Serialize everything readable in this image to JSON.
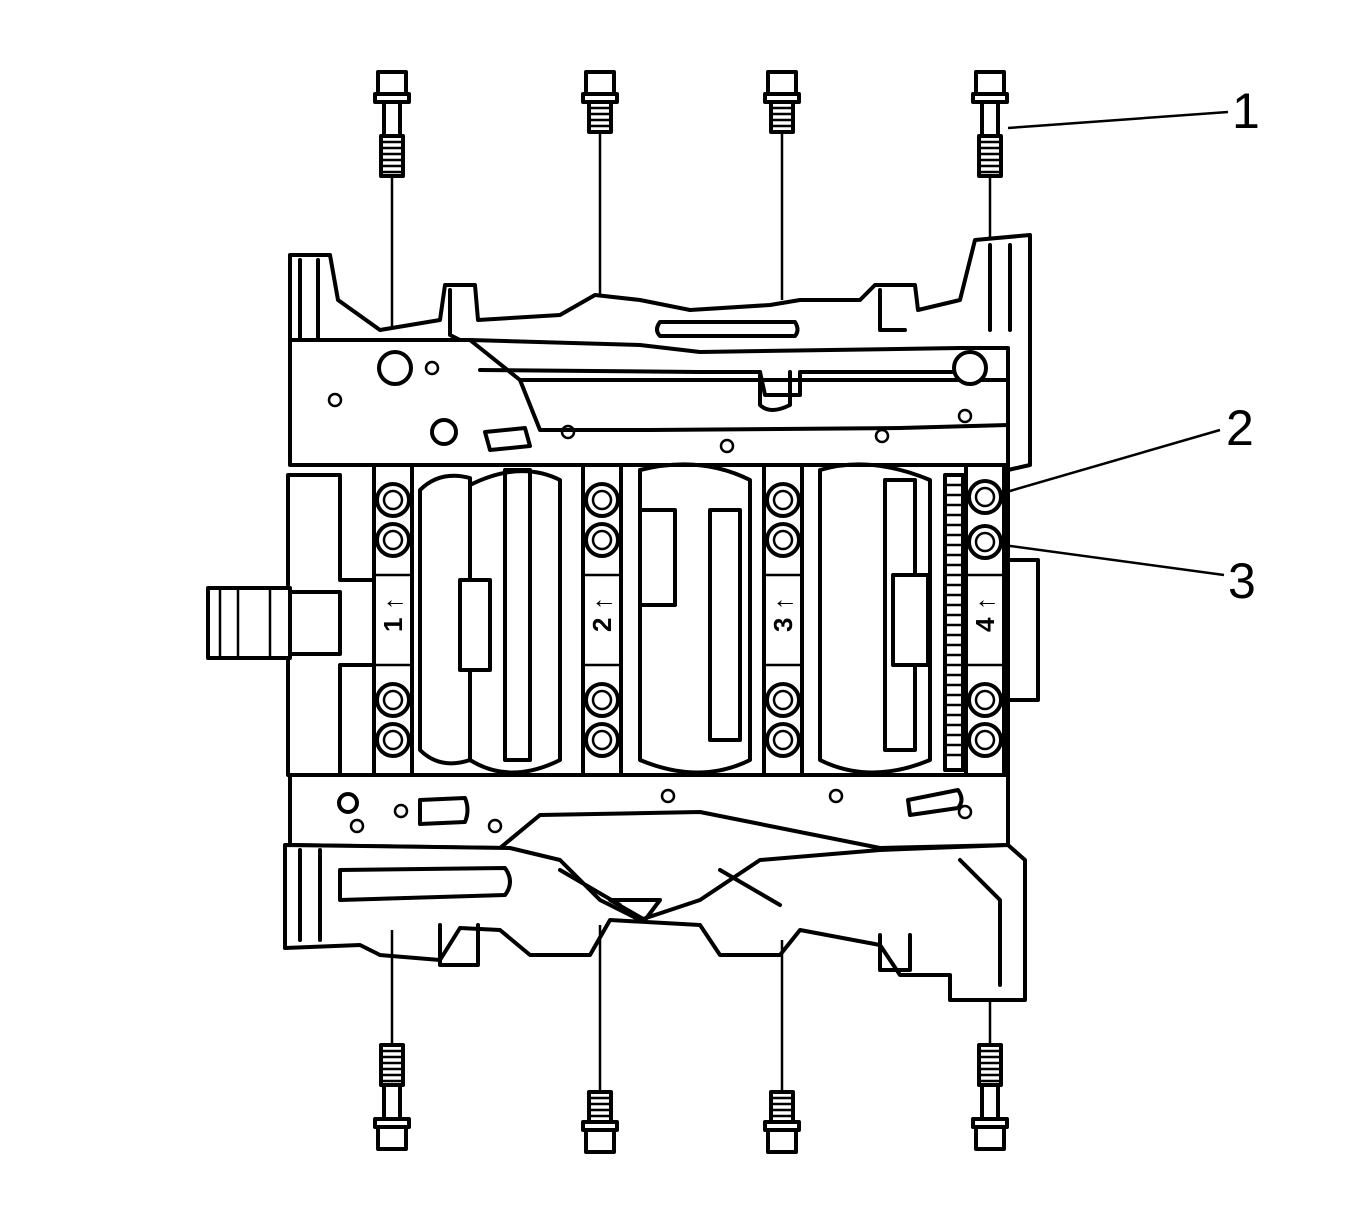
{
  "callouts": [
    {
      "id": "1",
      "label": "1"
    },
    {
      "id": "2",
      "label": "2"
    },
    {
      "id": "3",
      "label": "3"
    }
  ],
  "bearing_caps": [
    {
      "label": "1"
    },
    {
      "label": "2"
    },
    {
      "label": "3"
    },
    {
      "label": "4"
    }
  ],
  "colors": {
    "line": "#000000",
    "background": "#ffffff"
  }
}
